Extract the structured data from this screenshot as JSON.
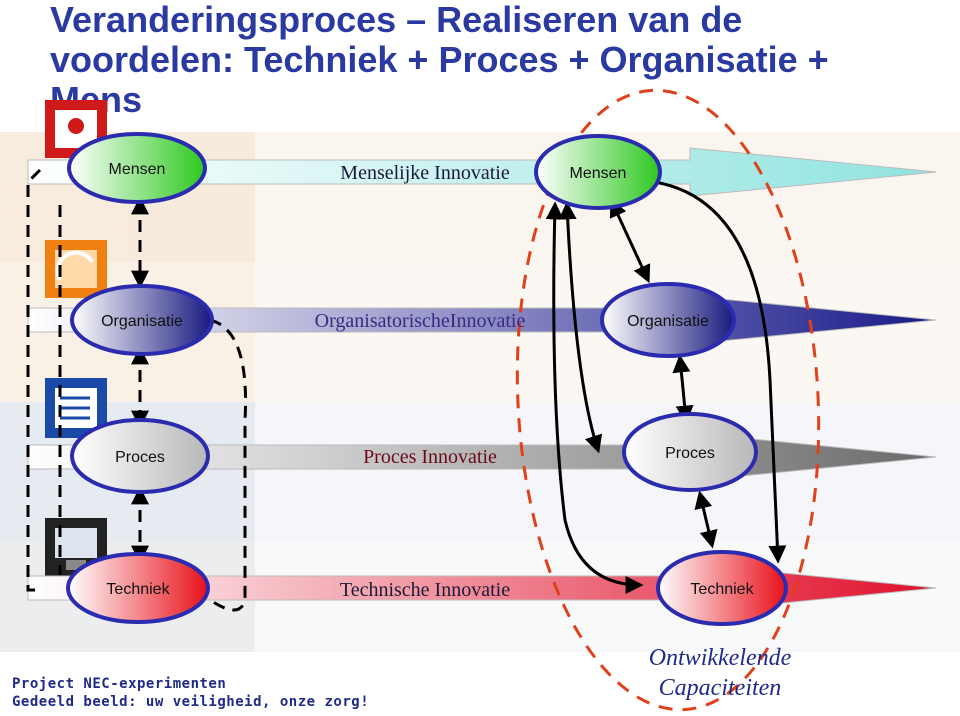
{
  "title": "Veranderingsproces – Realiseren van de voordelen: Techniek + Proces + Organisatie + Mens",
  "rows": [
    {
      "left_label": "Mensen",
      "innovation_label": "Menselijke Innovatie",
      "right_label": "Mensen",
      "arrow_color": "#8fe3e0"
    },
    {
      "left_label": "Organisatie",
      "innovation_label": "OrganisatorischeInnovatie",
      "right_label": "Organisatie",
      "arrow_color": "#1a1a8a"
    },
    {
      "left_label": "Proces",
      "innovation_label": "Proces Innovatie",
      "right_label": "Proces",
      "arrow_color": "#707070"
    },
    {
      "left_label": "Techniek",
      "innovation_label": "Technische Innovatie",
      "right_label": "Techniek",
      "arrow_color": "#e0102a"
    }
  ],
  "footer": {
    "line1": "Project NEC-experimenten",
    "line2": "Gedeeld beeld: uw veiligheid, onze zorg!"
  },
  "caption": {
    "line1": "Ontwikkelende",
    "line2": "Capaciteiten"
  },
  "colors": {
    "title": "#2b3aa0",
    "node_border": "#2b2bb0",
    "dashed_oval": "#e0401a"
  }
}
